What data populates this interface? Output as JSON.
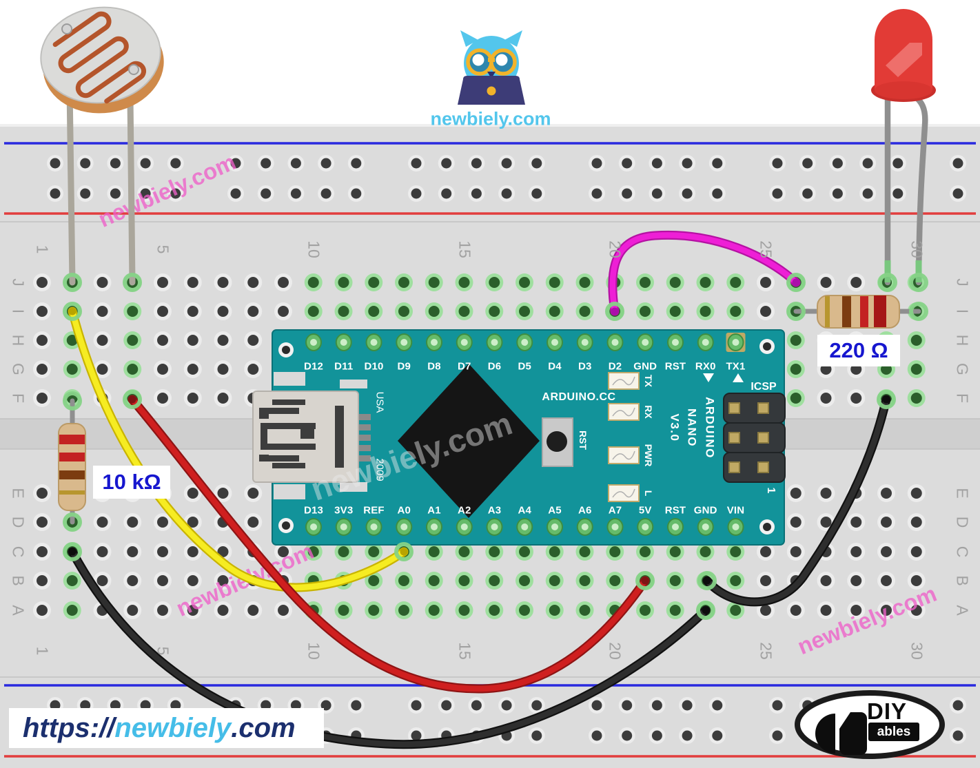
{
  "colors": {
    "background": "#ffffff",
    "board": "#dcdcdc",
    "board_edge": "#c6c6c6",
    "channel": "#cfcfcf",
    "rail_blue": "#2a2adf",
    "rail_red": "#e23d3d",
    "hole_ring": "#ececec",
    "hole_dark": "#3c3c3c",
    "hole_ring_green": "#9fdf9f",
    "hole_dark_green": "#2b5f2b",
    "arduino_teal": "#12939a",
    "arduino_edge": "#0a7177",
    "pin_green": "#66bb6a",
    "pin_green_light": "#cdeec9",
    "pin_ring": "#3e8e41",
    "header_dark": "#34383b",
    "pad_tan": "#c0a964",
    "chip_black": "#151515",
    "connector_gray": "#d8d4ce",
    "connector_dark": "#3d3d3d",
    "button_gray": "#c9c9c9",
    "wire_yellow": "#f6ec22",
    "wire_yellow_edge": "#c9b400",
    "wire_red": "#cf1f1f",
    "wire_red_edge": "#8e1414",
    "wire_black": "#2e2e2e",
    "wire_black_edge": "#111111",
    "wire_magenta": "#ee1fd6",
    "wire_magenta_edge": "#b512a3",
    "lead_gray": "#8f8f8f",
    "leg_silver": "#aaa69b",
    "resistor_body": "#d9b98c",
    "resistor_edge": "#bb9a66",
    "band_red": "#c32222",
    "band_brown": "#7c3c10",
    "band_gold": "#b8962e",
    "band_dark_red": "#a51717",
    "led_red": "#e23b36",
    "led_red_dark": "#c92f2b",
    "led_highlight": "#ef7571",
    "ldr_face": "#dbdbd9",
    "ldr_rim": "#cf8a4a",
    "ldr_trace": "#b4552b",
    "label_blue": "#1616cf",
    "url_navy": "#1b2f6e",
    "url_cyan": "#45bde8",
    "logo_blue": "#53c6ec",
    "logo_yellow": "#f2b32a",
    "logo_navy": "#3d3c77",
    "text_gray": "#a2a2a2",
    "white": "#ffffff"
  },
  "branding": {
    "watermark": "newbiely.com",
    "logo_text": "newbiely.com",
    "url_prefix": "https://",
    "url_name": "newbiely",
    "url_suffix": ".com",
    "diy_top": "DIY",
    "diy_bottom": "ables"
  },
  "labels": {
    "resistor_10k": "10 kΩ",
    "resistor_220": "220 Ω"
  },
  "arduino": {
    "top_pins": [
      "D12",
      "D11",
      "D10",
      "D9",
      "D8",
      "D7",
      "D6",
      "D5",
      "D4",
      "D3",
      "D2",
      "GND",
      "RST",
      "RX0",
      "TX1"
    ],
    "bottom_pins": [
      "D13",
      "3V3",
      "REF",
      "A0",
      "A1",
      "A2",
      "A3",
      "A4",
      "A5",
      "A6",
      "A7",
      "5V",
      "RST",
      "GND",
      "VIN"
    ],
    "brand_lines": [
      "ARDUINO",
      "NANO",
      "V3.0"
    ],
    "site": "ARDUINO.CC",
    "icsp": "ICSP",
    "usa": "USA",
    "year": "2009",
    "reset": "RST",
    "pin_one": "1",
    "led_labels": [
      "TX",
      "RX",
      "PWR",
      "L"
    ]
  },
  "breadboard": {
    "column_numbers": [
      {
        "label": "1",
        "col": 1
      },
      {
        "label": "5",
        "col": 5
      },
      {
        "label": "10",
        "col": 10
      },
      {
        "label": "15",
        "col": 15
      },
      {
        "label": "20",
        "col": 20
      },
      {
        "label": "25",
        "col": 25
      },
      {
        "label": "30",
        "col": 30
      }
    ],
    "row_letters_top": [
      "J",
      "I",
      "H",
      "G",
      "F"
    ],
    "row_letters_bottom": [
      "E",
      "D",
      "C",
      "B",
      "A"
    ],
    "green_columns_top": [
      2,
      4,
      10,
      11,
      12,
      13,
      14,
      15,
      16,
      17,
      18,
      19,
      20,
      21,
      22,
      23,
      24,
      26,
      29,
      30
    ],
    "green_columns_bottom": [
      2,
      10,
      11,
      12,
      13,
      14,
      15,
      16,
      17,
      18,
      19,
      20,
      21,
      22,
      23,
      24
    ]
  }
}
